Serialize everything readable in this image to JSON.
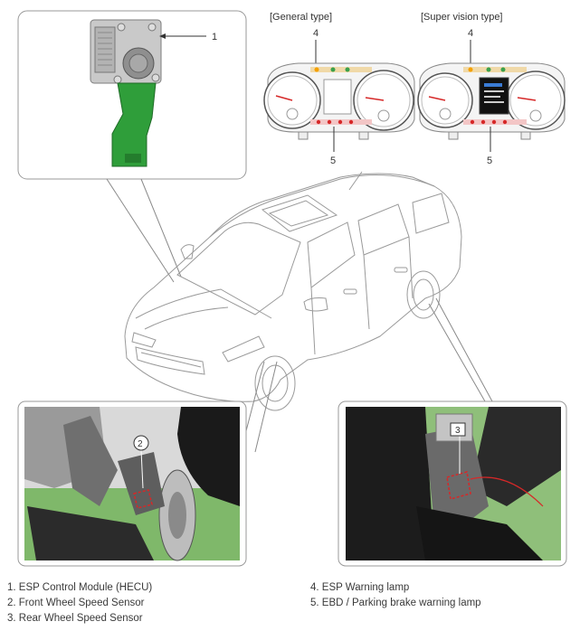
{
  "cluster_labels": {
    "general": "[General type]",
    "super_vision": "[Super vision type]"
  },
  "callouts": {
    "hecu": "1",
    "front_sensor": "2",
    "rear_sensor": "3",
    "esp_lamp_general": "4",
    "esp_lamp_super": "4",
    "ebd_lamp_general": "5",
    "ebd_lamp_super": "5"
  },
  "legend": {
    "left": [
      "1. ESP Control Module (HECU)",
      "2. Front Wheel Speed Sensor",
      "3. Rear Wheel Speed Sensor"
    ],
    "right": [
      "4. ESP Warning lamp",
      "5. EBD / Parking brake warning lamp"
    ]
  },
  "colors": {
    "outline": "#8a8a8a",
    "bracket_green": "#2f9e3a",
    "photo_green": "#7fb86a",
    "highlight_red": "#d62828"
  }
}
